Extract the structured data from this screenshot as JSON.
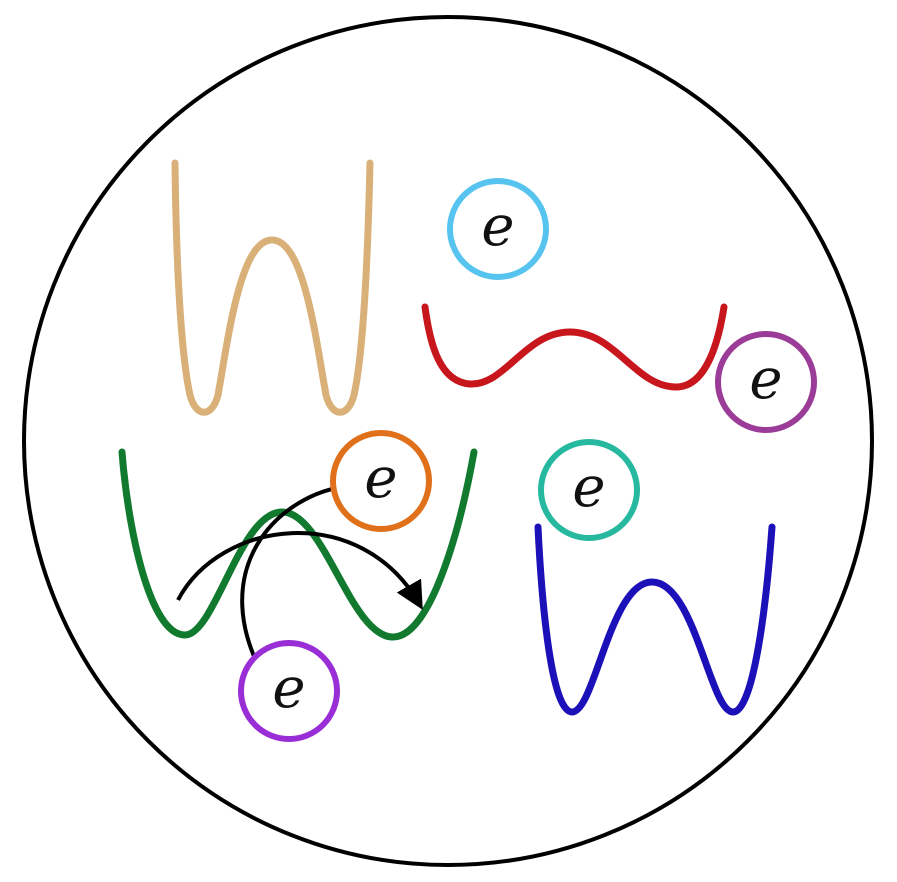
{
  "diagram": {
    "boundary_color": "#000000",
    "electron_label": "e",
    "wells": [
      {
        "name": "tan-double-well",
        "color": "#d8b078"
      },
      {
        "name": "red-shallow-double-well",
        "color": "#c8161d"
      },
      {
        "name": "green-double-well",
        "color": "#117a2e"
      },
      {
        "name": "blue-double-well",
        "color": "#1c10b8"
      }
    ],
    "electrons": [
      {
        "name": "electron-lightblue",
        "color": "#57c4f0",
        "label": "e"
      },
      {
        "name": "electron-magenta",
        "color": "#9a3c98",
        "label": "e"
      },
      {
        "name": "electron-orange",
        "color": "#e0701a",
        "label": "e"
      },
      {
        "name": "electron-teal",
        "color": "#27b8a0",
        "label": "e"
      },
      {
        "name": "electron-violet",
        "color": "#9a2ed6",
        "label": "e"
      }
    ],
    "arrows": [
      {
        "name": "tunneling-arrow",
        "description_color": "#000000"
      },
      {
        "name": "emission-arrow",
        "description_color": "#000000"
      }
    ]
  }
}
